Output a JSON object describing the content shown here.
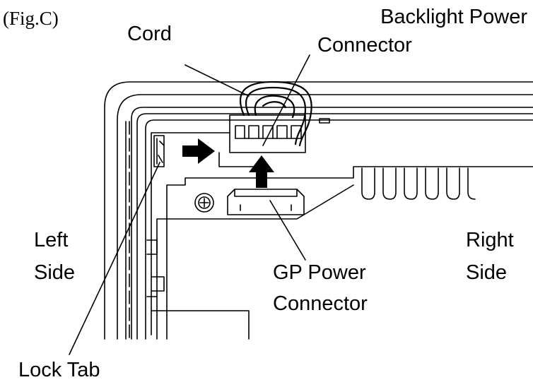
{
  "figure": {
    "id": "(Fig.C)"
  },
  "labels": {
    "cord": "Cord",
    "backlight_line1": "Backlight Power",
    "backlight_line2": "Connector",
    "left_line1": "Left",
    "left_line2": "Side",
    "right_line1": "Right",
    "right_line2": "Side",
    "gp_line1": "GP Power",
    "gp_line2": "Connector",
    "lock_tab": "Lock Tab"
  }
}
